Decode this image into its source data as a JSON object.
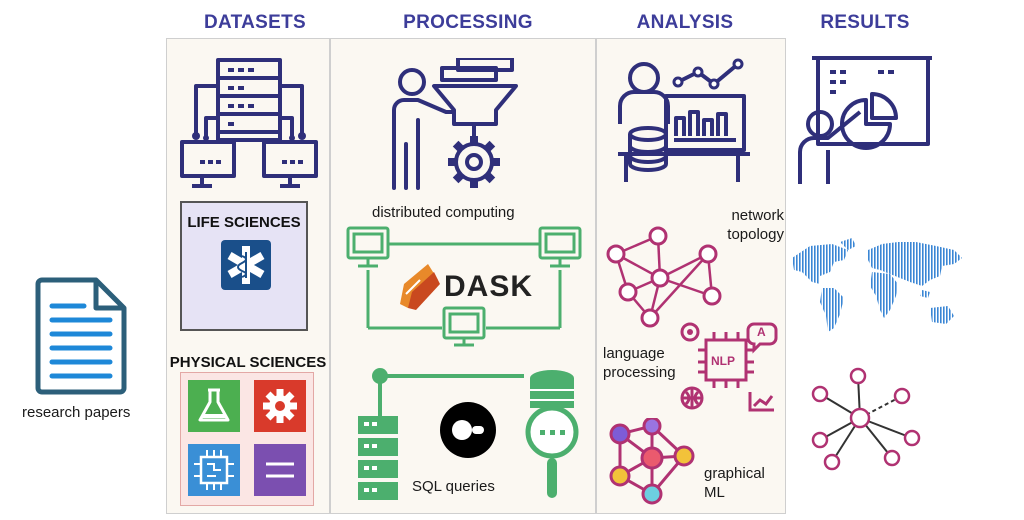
{
  "columns": {
    "datasets": "DATASETS",
    "processing": "PROCESSING",
    "analysis": "ANALYSIS",
    "results": "RESULTS"
  },
  "input": {
    "label": "research papers"
  },
  "datasets": {
    "life_sciences": "LIFE SCIENCES",
    "physical_sciences": "PHYSICAL SCIENCES"
  },
  "processing": {
    "distributed": "distributed computing",
    "dask_logo": "DASK",
    "sql": "SQL queries"
  },
  "analysis": {
    "network": "network\ntopology",
    "language": "language\nprocessing",
    "nlp_chip": "NLP",
    "nlp_bubble": "A",
    "graphical": "graphical\nML"
  },
  "colors": {
    "title": "#3d3d9a",
    "navy": "#2f2f7a",
    "teal_doc": "#2c5f7a",
    "doc_lines": "#1e88d8",
    "green": "#4caf6e",
    "magenta": "#b03272",
    "life_bg": "#e6e3f5",
    "phys_bg": "#fbe6e4"
  }
}
